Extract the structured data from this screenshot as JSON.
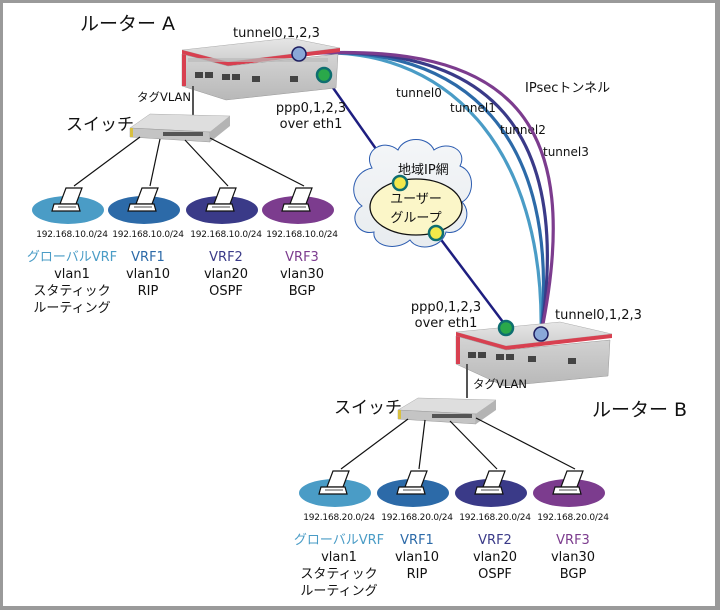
{
  "diagram": {
    "router_a": {
      "title": "ルーター A",
      "tunnel_label": "tunnel0,1,2,3",
      "ppp_label_1": "ppp0,1,2,3",
      "ppp_label_2": "over eth1",
      "uplink_label": "タグVLAN",
      "switch_label": "スイッチ"
    },
    "router_b": {
      "title": "ルーター B",
      "tunnel_label": "tunnel0,1,2,3",
      "ppp_label_1": "ppp0,1,2,3",
      "ppp_label_2": "over eth1",
      "uplink_label": "タグVLAN",
      "switch_label": "スイッチ"
    },
    "cloud": {
      "outer_label": "地域IP網",
      "inner_label_1": "ユーザー",
      "inner_label_2": "グループ"
    },
    "ipsec_label": "IPsecトンネル",
    "tunnels": [
      {
        "name": "tunnel0",
        "color": "#4a9cc6"
      },
      {
        "name": "tunnel1",
        "color": "#2c6aa8"
      },
      {
        "name": "tunnel2",
        "color": "#3a3a88"
      },
      {
        "name": "tunnel3",
        "color": "#7c3c8e"
      }
    ],
    "colors": {
      "ppp_line": "#1e1e80",
      "tunnel_endpoint": "#8aa8d8",
      "ppp_endpoint": "#2aa84a",
      "cloud_endpoint": "#f2e84a",
      "router_red": "#d84050",
      "border": "#9a9a9a"
    },
    "site_a": [
      {
        "subnet": "192.168.10.0/24",
        "vrf": "グローバルVRF",
        "vlan": "vlan1",
        "routing_1": "スタティック",
        "routing_2": "ルーティング",
        "color": "#4a9cc6"
      },
      {
        "subnet": "192.168.10.0/24",
        "vrf": "VRF1",
        "vlan": "vlan10",
        "routing_1": "RIP",
        "routing_2": "",
        "color": "#2c6aa8"
      },
      {
        "subnet": "192.168.10.0/24",
        "vrf": "VRF2",
        "vlan": "vlan20",
        "routing_1": "OSPF",
        "routing_2": "",
        "color": "#3a3a88"
      },
      {
        "subnet": "192.168.10.0/24",
        "vrf": "VRF3",
        "vlan": "vlan30",
        "routing_1": "BGP",
        "routing_2": "",
        "color": "#7c3c8e"
      }
    ],
    "site_b": [
      {
        "subnet": "192.168.20.0/24",
        "vrf": "グローバルVRF",
        "vlan": "vlan1",
        "routing_1": "スタティック",
        "routing_2": "ルーティング",
        "color": "#4a9cc6"
      },
      {
        "subnet": "192.168.20.0/24",
        "vrf": "VRF1",
        "vlan": "vlan10",
        "routing_1": "RIP",
        "routing_2": "",
        "color": "#2c6aa8"
      },
      {
        "subnet": "192.168.20.0/24",
        "vrf": "VRF2",
        "vlan": "vlan20",
        "routing_1": "OSPF",
        "routing_2": "",
        "color": "#3a3a88"
      },
      {
        "subnet": "192.168.20.0/24",
        "vrf": "VRF3",
        "vlan": "vlan30",
        "routing_1": "BGP",
        "routing_2": "",
        "color": "#7c3c8e"
      }
    ]
  }
}
